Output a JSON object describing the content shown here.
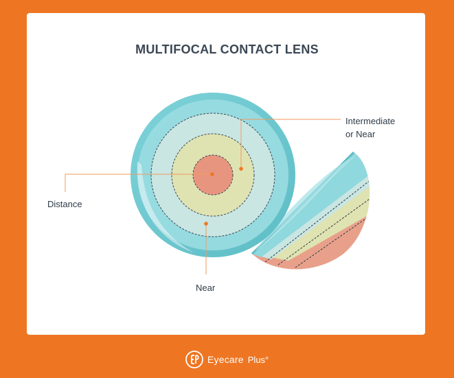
{
  "title": "MULTIFOCAL CONTACT LENS",
  "labels": {
    "intermediate_line1": "Intermediate",
    "intermediate_line2": "or Near",
    "distance": "Distance",
    "near": "Near"
  },
  "footer": {
    "brand": "Eyecare",
    "brand_plus": "Plus°"
  },
  "colors": {
    "background": "#ee7623",
    "card": "#ffffff",
    "outer_ring": "#7fd1d7",
    "near_zone": "#c9e6e3",
    "intermediate_zone": "#dfe3b2",
    "distance_zone": "#e8957f",
    "leader_line": "#f29a5e",
    "dot": "#ee7623"
  }
}
